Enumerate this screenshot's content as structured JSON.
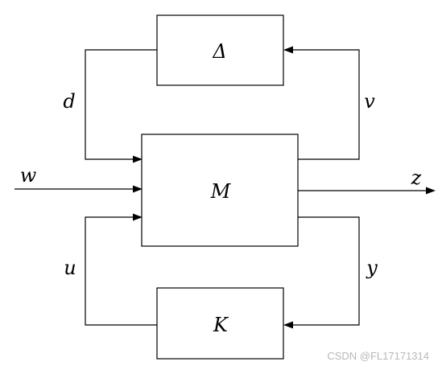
{
  "blocks": {
    "uncertainty": "Δ",
    "plant": "M",
    "controller": "K"
  },
  "signals": {
    "disturbance_input": "d",
    "uncertainty_output": "v",
    "exogenous_input": "w",
    "performance_output": "z",
    "control_input": "u",
    "measured_output": "y"
  },
  "watermark": "CSDN @FL17171314"
}
